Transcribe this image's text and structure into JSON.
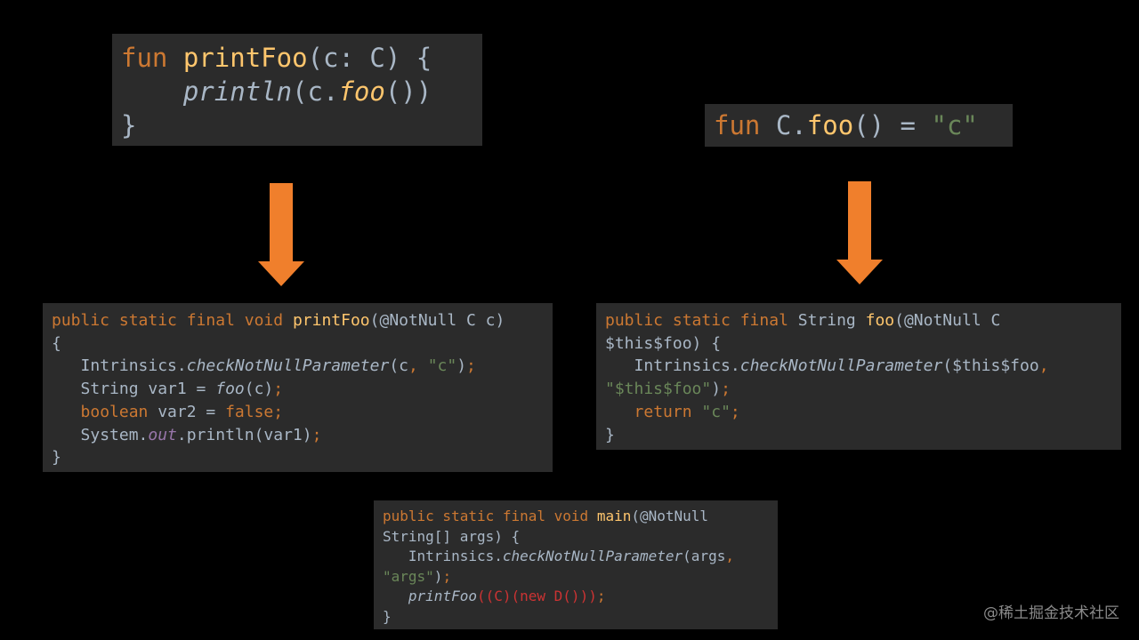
{
  "kotlin_top_left": {
    "line1": {
      "kw": "fun",
      "fn": "printFoo",
      "rest": "(c: C) {"
    },
    "line2": {
      "indent": "    ",
      "call": "println",
      "open": "(c.",
      "ext": "foo",
      "close": "())"
    },
    "line3": "}"
  },
  "kotlin_top_right": {
    "kw": "fun",
    "recv": " C.",
    "fn": "foo",
    "mid": "() = ",
    "str": "\"c\""
  },
  "java_printfoo": {
    "line1": {
      "mods": "public static final void",
      "fn": "printFoo",
      "params": "(@NotNull C c)"
    },
    "line2": "{",
    "line3": {
      "cls": "Intrinsics.",
      "method": "checkNotNullParameter",
      "open": "(c",
      "comma": ", ",
      "str": "\"c\"",
      "close": ")",
      "semi": ";"
    },
    "line4": {
      "text": "String var1 = ",
      "call": "foo",
      "args": "(c)",
      "semi": ";"
    },
    "line5": {
      "kw": "boolean",
      "mid": " var2 = ",
      "val": "false",
      "semi": ";"
    },
    "line6": {
      "cls": "System.",
      "field": "out",
      "rest": ".println(var1)",
      "semi": ";"
    },
    "line7": "}"
  },
  "java_foo": {
    "line1": {
      "mods": "public static final",
      "type": " String ",
      "fn": "foo",
      "params": "(@NotNull C"
    },
    "line2": "$this$foo) {",
    "line3": {
      "cls": "Intrinsics.",
      "method": "checkNotNullParameter",
      "args": "($this$foo",
      "comma": ","
    },
    "line4": {
      "str": "\"$this$foo\"",
      "close": ")",
      "semi": ";"
    },
    "line5": {
      "kw": "return",
      "str": "\"c\"",
      "semi": ";"
    },
    "line6": "}"
  },
  "java_main": {
    "line1": {
      "mods": "public static final void",
      "fn": "main",
      "params": "(@NotNull"
    },
    "line2": "String[] args) {",
    "line3": {
      "cls": "Intrinsics.",
      "method": "checkNotNullParameter",
      "args": "(args",
      "comma": ","
    },
    "line4": {
      "str": "\"args\"",
      "close": ")",
      "semi": ";"
    },
    "line5": {
      "call": "printFoo",
      "args": "((C)(new D()))",
      "semi": ";"
    },
    "line6": "}"
  },
  "arrows": {
    "color": "#f07f2c",
    "icon": "arrow-down-icon"
  },
  "watermark": "@稀土掘金技术社区"
}
